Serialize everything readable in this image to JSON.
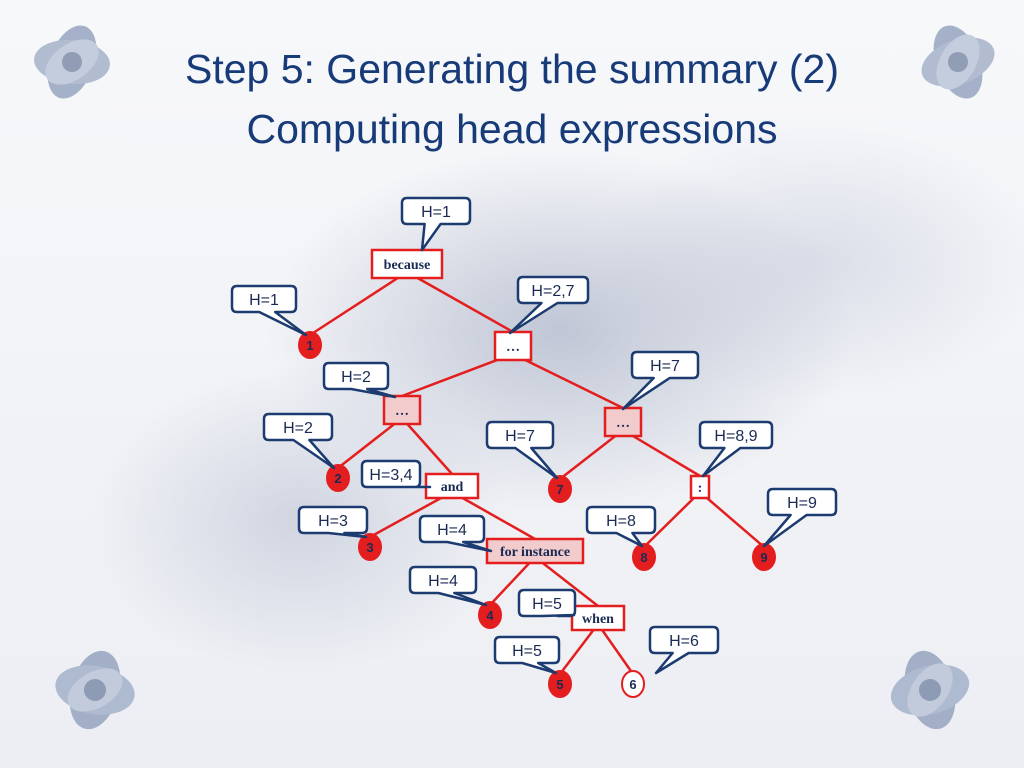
{
  "slide": {
    "title_line1": "Step 5: Generating the summary (2)",
    "title_line2": "Computing head expressions"
  },
  "colors": {
    "title": "#173a78",
    "edge": "#e41e1e",
    "node_fill": "#e41e1e",
    "node_text": "#1a2a55",
    "callout_border": "#1c3b70",
    "callout_fill": "#ffffff",
    "operator_fill_shaded": "#f2cccc"
  },
  "tree": {
    "operators": [
      {
        "id": "because",
        "label": "because",
        "shaded": false
      },
      {
        "id": "ell1",
        "label": "…",
        "shaded": false
      },
      {
        "id": "ell2",
        "label": "…",
        "shaded": true
      },
      {
        "id": "ell3",
        "label": "…",
        "shaded": true
      },
      {
        "id": "and",
        "label": "and",
        "shaded": false
      },
      {
        "id": "colon",
        "label": ":",
        "shaded": false
      },
      {
        "id": "forinstance",
        "label": "for instance",
        "shaded": true
      },
      {
        "id": "when",
        "label": "when",
        "shaded": false
      }
    ],
    "leaves": [
      {
        "id": "n1",
        "label": "1",
        "filled": true
      },
      {
        "id": "n2",
        "label": "2",
        "filled": true
      },
      {
        "id": "n3",
        "label": "3",
        "filled": true
      },
      {
        "id": "n4",
        "label": "4",
        "filled": true
      },
      {
        "id": "n5",
        "label": "5",
        "filled": true
      },
      {
        "id": "n6",
        "label": "6",
        "filled": false
      },
      {
        "id": "n7",
        "label": "7",
        "filled": true
      },
      {
        "id": "n8",
        "label": "8",
        "filled": true
      },
      {
        "id": "n9",
        "label": "9",
        "filled": true
      }
    ],
    "edges": [
      [
        "because",
        "n1"
      ],
      [
        "because",
        "ell1"
      ],
      [
        "ell1",
        "ell2"
      ],
      [
        "ell1",
        "ell3"
      ],
      [
        "ell2",
        "n2"
      ],
      [
        "ell2",
        "and"
      ],
      [
        "and",
        "n3"
      ],
      [
        "and",
        "forinstance"
      ],
      [
        "forinstance",
        "n4"
      ],
      [
        "forinstance",
        "when"
      ],
      [
        "when",
        "n5"
      ],
      [
        "when",
        "n6"
      ],
      [
        "ell3",
        "n7"
      ],
      [
        "ell3",
        "colon"
      ],
      [
        "colon",
        "n8"
      ],
      [
        "colon",
        "n9"
      ]
    ],
    "callouts": [
      {
        "id": "c_because",
        "label": "H=1",
        "target": "because"
      },
      {
        "id": "c_n1",
        "label": "H=1",
        "target": "n1"
      },
      {
        "id": "c_ell1",
        "label": "H=2,7",
        "target": "ell1"
      },
      {
        "id": "c_ell2",
        "label": "H=2",
        "target": "ell2"
      },
      {
        "id": "c_ell3",
        "label": "H=7",
        "target": "ell3"
      },
      {
        "id": "c_n2",
        "label": "H=2",
        "target": "n2"
      },
      {
        "id": "c_n7",
        "label": "H=7",
        "target": "n7"
      },
      {
        "id": "c_colon",
        "label": "H=8,9",
        "target": "colon"
      },
      {
        "id": "c_and",
        "label": "H=3,4",
        "target": "and"
      },
      {
        "id": "c_n3",
        "label": "H=3",
        "target": "n3"
      },
      {
        "id": "c_forinstance",
        "label": "H=4",
        "target": "forinstance"
      },
      {
        "id": "c_n8",
        "label": "H=8",
        "target": "n8"
      },
      {
        "id": "c_n9",
        "label": "H=9",
        "target": "n9"
      },
      {
        "id": "c_n4",
        "label": "H=4",
        "target": "n4"
      },
      {
        "id": "c_when",
        "label": "H=5",
        "target": "when"
      },
      {
        "id": "c_n6",
        "label": "H=6",
        "target": "n6"
      },
      {
        "id": "c_n5",
        "label": "H=5",
        "target": "n5"
      }
    ]
  }
}
